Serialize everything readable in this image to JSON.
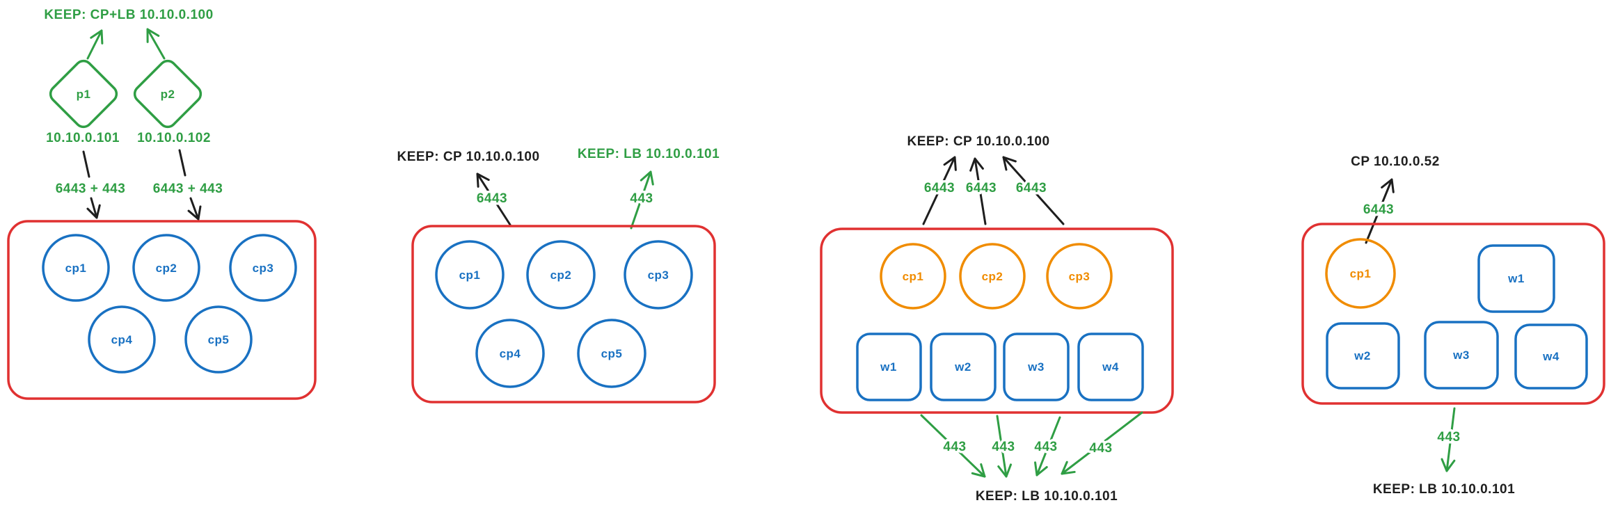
{
  "colors": {
    "green": "#2f9e44",
    "red": "#e03131",
    "blue": "#1971c2",
    "orange": "#f08c00",
    "black": "#1e1e1e",
    "background": "#ffffff"
  },
  "scenarios": [
    {
      "vip": "KEEP: CP+LB 10.10.0.100",
      "proxies": [
        {
          "label": "p1",
          "ip": "10.10.0.101",
          "ports": "6443 + 443"
        },
        {
          "label": "p2",
          "ip": "10.10.0.102",
          "ports": "6443 + 443"
        }
      ],
      "nodes": [
        "cp1",
        "cp2",
        "cp3",
        "cp4",
        "cp5"
      ]
    },
    {
      "cp_vip": "KEEP: CP 10.10.0.100",
      "lb_vip": "KEEP: LB 10.10.0.101",
      "cp_port": "6443",
      "lb_port": "443",
      "nodes": [
        "cp1",
        "cp2",
        "cp3",
        "cp4",
        "cp5"
      ]
    },
    {
      "cp_vip": "KEEP: CP 10.10.0.100",
      "lb_vip": "KEEP: LB 10.10.0.101",
      "cp_ports": [
        "6443",
        "6443",
        "6443"
      ],
      "lb_ports": [
        "443",
        "443",
        "443",
        "443"
      ],
      "cp_nodes": [
        "cp1",
        "cp2",
        "cp3"
      ],
      "worker_nodes": [
        "w1",
        "w2",
        "w3",
        "w4"
      ]
    },
    {
      "cp_address": "CP 10.10.0.52",
      "lb_vip": "KEEP: LB 10.10.0.101",
      "cp_port": "6443",
      "lb_port": "443",
      "cp_nodes": [
        "cp1"
      ],
      "worker_nodes": [
        "w1",
        "w2",
        "w3",
        "w4"
      ]
    }
  ]
}
